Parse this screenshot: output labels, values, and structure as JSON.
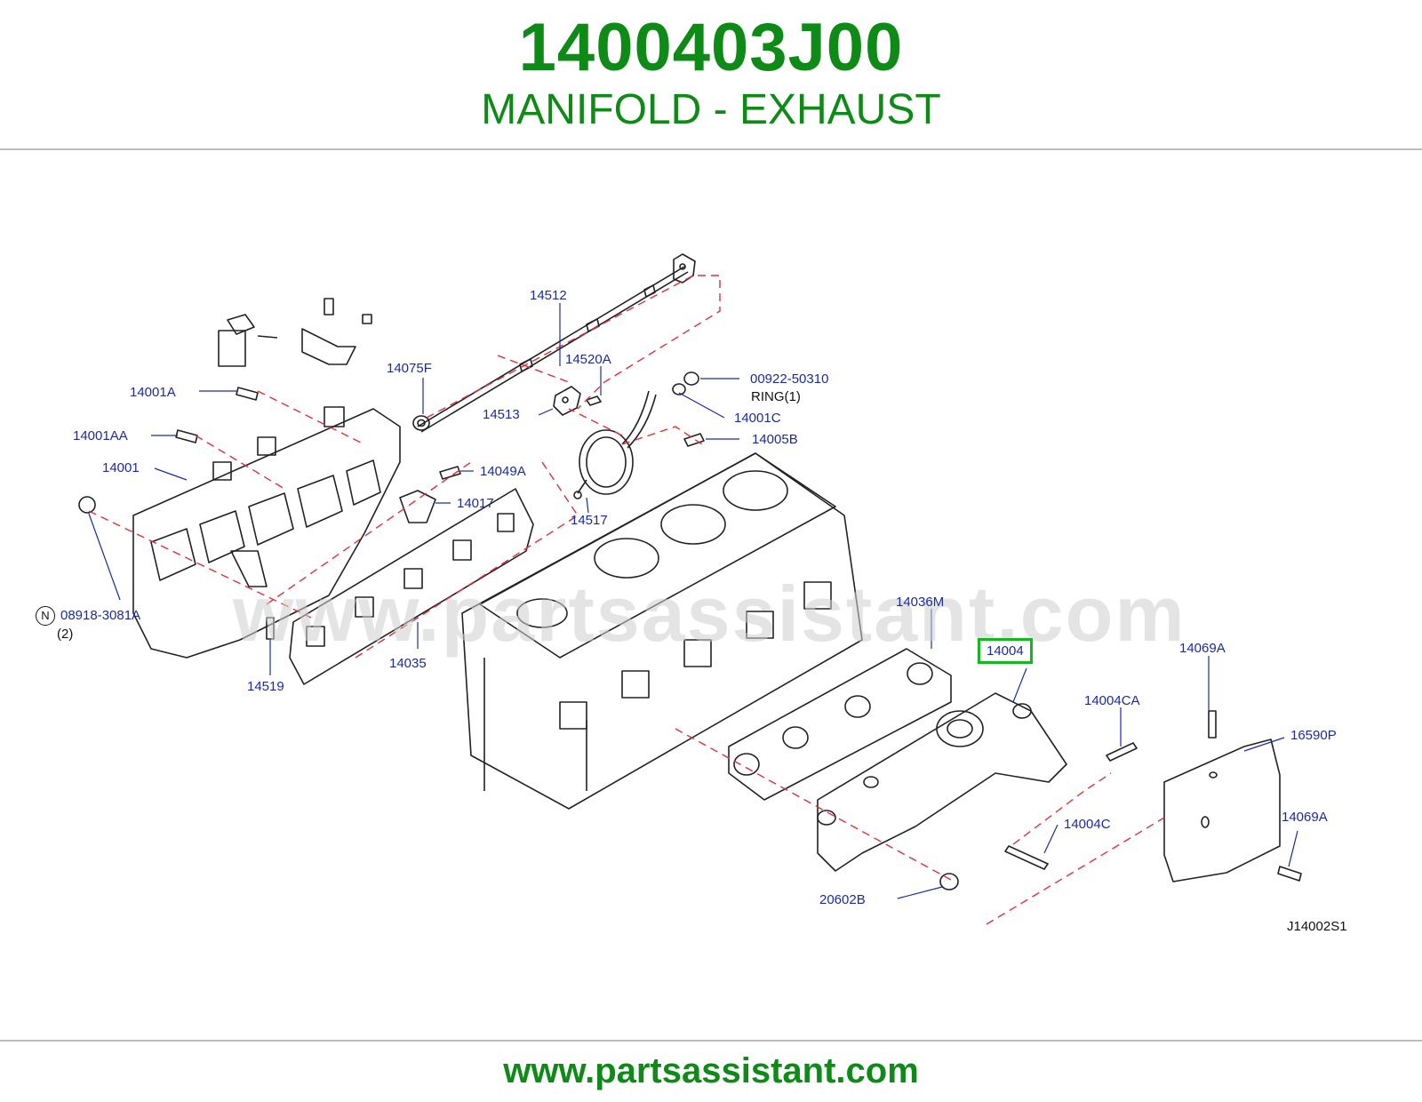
{
  "header": {
    "part_number": "1400403J00",
    "part_name": "MANIFOLD - EXHAUST"
  },
  "footer": {
    "url": "www.partsassistant.com"
  },
  "watermark": "www.partsassistant.com",
  "diagram": {
    "code": "J14002S1",
    "highlighted_part": "14004",
    "callouts": {
      "c14512": "14512",
      "c14075F": "14075F",
      "c14520A": "14520A",
      "c00922": "00922-50310",
      "ring": "RING(1)",
      "c14001A": "14001A",
      "c14513": "14513",
      "c14001C": "14001C",
      "c14005B": "14005B",
      "c14001AA": "14001AA",
      "c14001": "14001",
      "c14049A": "14049A",
      "c14017": "14017",
      "c14517": "14517",
      "c08918": "08918-3081A",
      "qty2": "(2)",
      "n_symbol": "N",
      "c14036M": "14036M",
      "c14004": "14004",
      "c14069A_top": "14069A",
      "c14004CA": "14004CA",
      "c16590P": "16590P",
      "c14519": "14519",
      "c14035": "14035",
      "c14004C": "14004C",
      "c14069A_bottom": "14069A",
      "c20602B": "20602B"
    }
  },
  "colors": {
    "brand_green": "#0e8a16",
    "callout_blue": "#1a2aa8",
    "highlight_green": "#13b81f",
    "dash_red": "#e0303a"
  }
}
